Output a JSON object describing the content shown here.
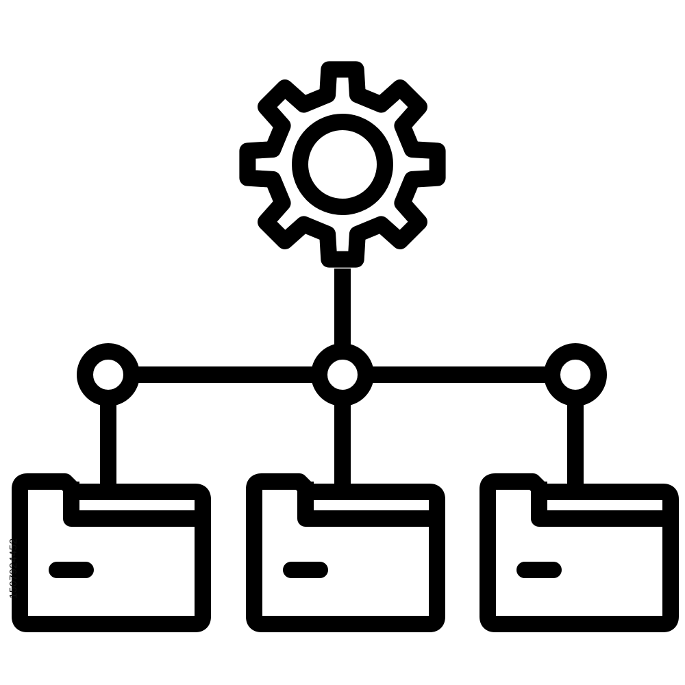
{
  "icon": {
    "name": "folder-network-settings-icon",
    "stroke_color": "#000000",
    "fill_color": "#ffffff",
    "parts": {
      "gear": "gear-icon",
      "nodes": [
        "connector-node-left",
        "connector-node-center",
        "connector-node-right"
      ],
      "folders": [
        "folder-icon-left",
        "folder-icon-center",
        "folder-icon-right"
      ]
    }
  },
  "watermark": {
    "stock_id": "1507924452"
  }
}
